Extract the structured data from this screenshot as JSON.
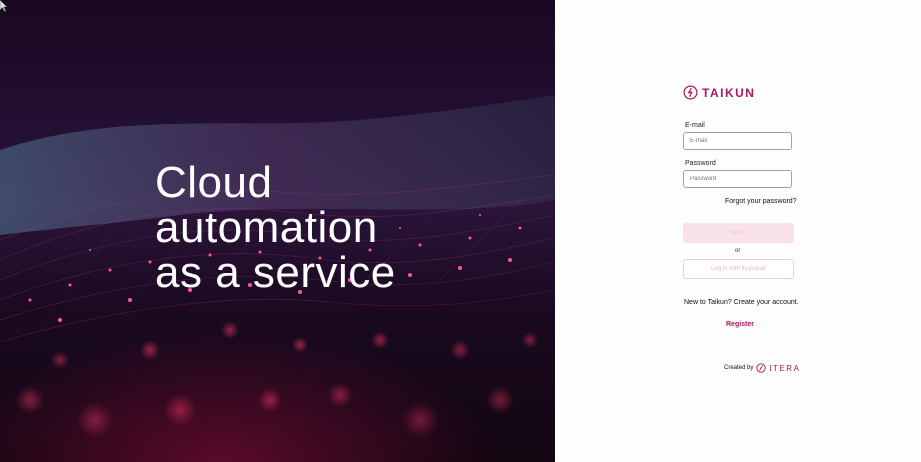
{
  "hero": {
    "line1": "Cloud",
    "line2": "automation",
    "line3": "as a service"
  },
  "brand": {
    "name": "TAIKUN",
    "icon": "taikun-logo-icon",
    "color": "#a8195e"
  },
  "form": {
    "email_label": "E-mail",
    "email_placeholder": "E-mail",
    "password_label": "Password",
    "password_placeholder": "Password",
    "forgot_label": "Forgot your password?",
    "signin_label": "Sign in",
    "or_label": "or",
    "keycloak_label": "Log in with Keycloak"
  },
  "footer": {
    "new_to": "New to Taikun? Create your account.",
    "register_label": "Register",
    "created_by": "Created by",
    "creator": "ITERA",
    "creator_icon": "itera-logo-icon"
  }
}
